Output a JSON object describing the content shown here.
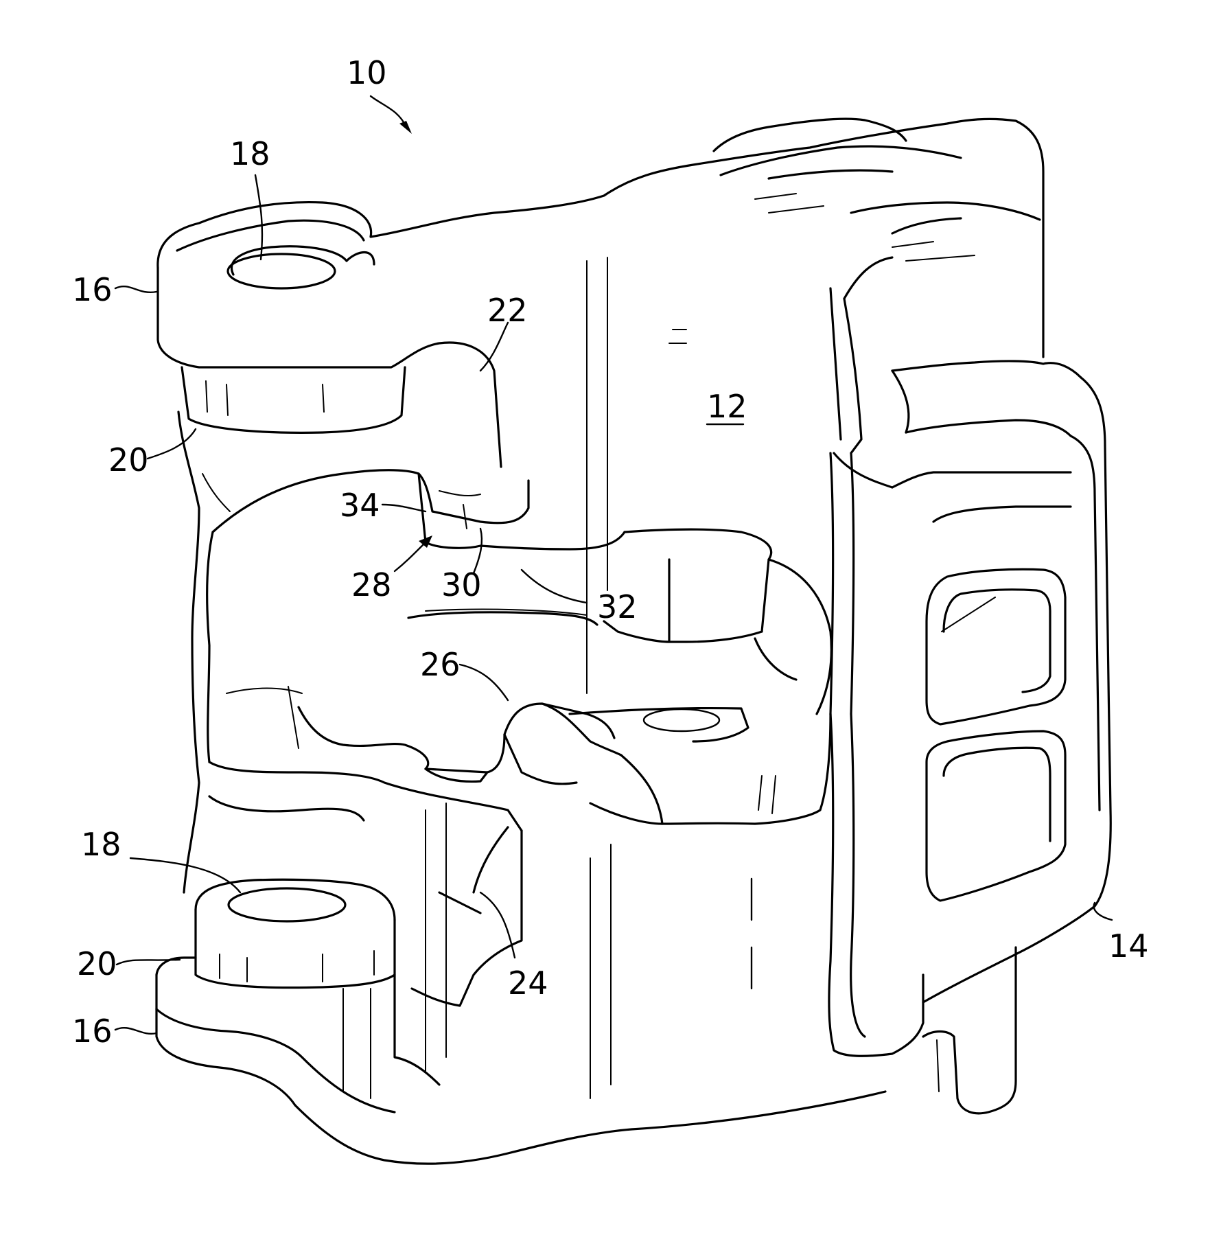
{
  "figure": {
    "reference_numerals": {
      "n10": "10",
      "n12": "12",
      "n14": "14",
      "n16_top": "16",
      "n16_bottom": "16",
      "n18_top": "18",
      "n18_bottom": "18",
      "n20_top": "20",
      "n20_bottom": "20",
      "n22": "22",
      "n24": "24",
      "n26": "26",
      "n28": "28",
      "n30": "30",
      "n32": "32",
      "n34": "34"
    }
  }
}
